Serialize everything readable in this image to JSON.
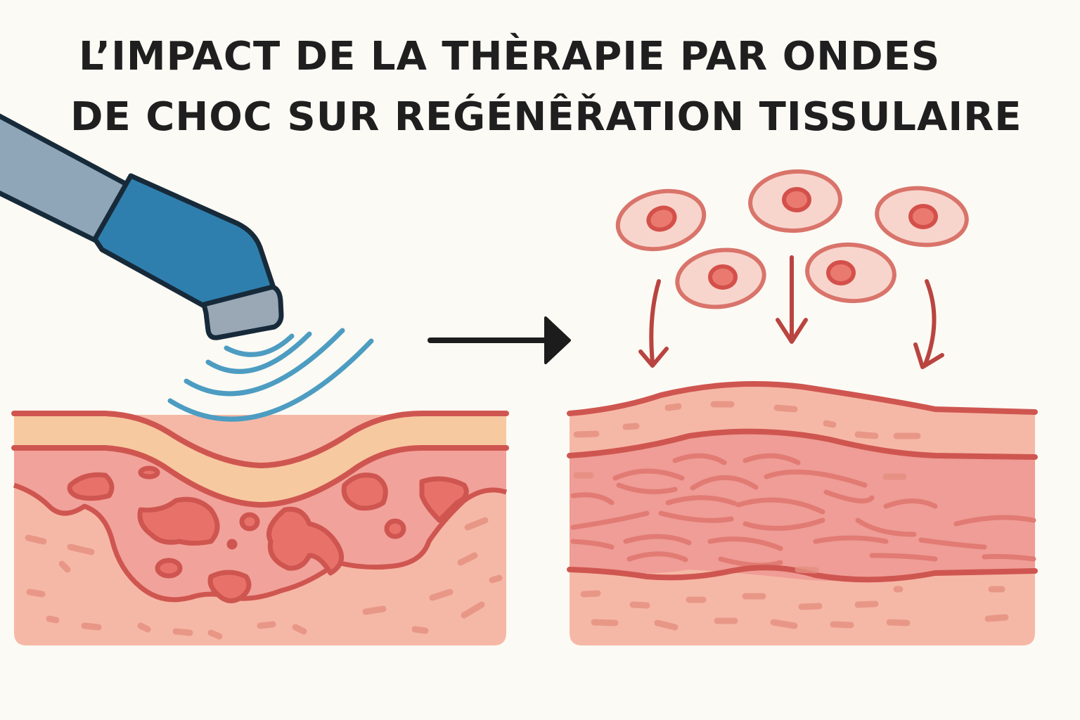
{
  "title": {
    "line1": "L’IMPACT DE LA THÈRAPIE PAR ONDES",
    "line2": "DE CHOC SUR REǴÉNÊŘATION TISSULAIRE"
  },
  "panels": {
    "before": {
      "label": "damaged-tissue",
      "elements": [
        "shockwave-applicator",
        "shockwave-waves",
        "damaged-skin-cross-section"
      ]
    },
    "transition": {
      "label": "right-arrow"
    },
    "after": {
      "label": "regenerated-tissue",
      "elements": [
        "migrating-cells",
        "cell-migration-arrows",
        "regenerated-skin-cross-section"
      ]
    }
  },
  "colors": {
    "background": "#fcfaf4",
    "title_text": "#1f1f1f",
    "applicator_body": "#8fa5b8",
    "applicator_head": "#2f7fae",
    "applicator_tip": "#9aa8b6",
    "applicator_outline": "#172a3a",
    "waves": "#4d9cc2",
    "epidermis": "#f7c9a0",
    "skin_line": "#cf5650",
    "dermis": "#f1a29b",
    "lesion": "#e8726a",
    "lower_tissue": "#f6b8a6",
    "cell_fill": "#f8d5cc",
    "cell_outline": "#d9746b",
    "cell_nucleus": "#e2675f",
    "arrow_red": "#b94440",
    "arrow_black": "#1c1c1c"
  }
}
